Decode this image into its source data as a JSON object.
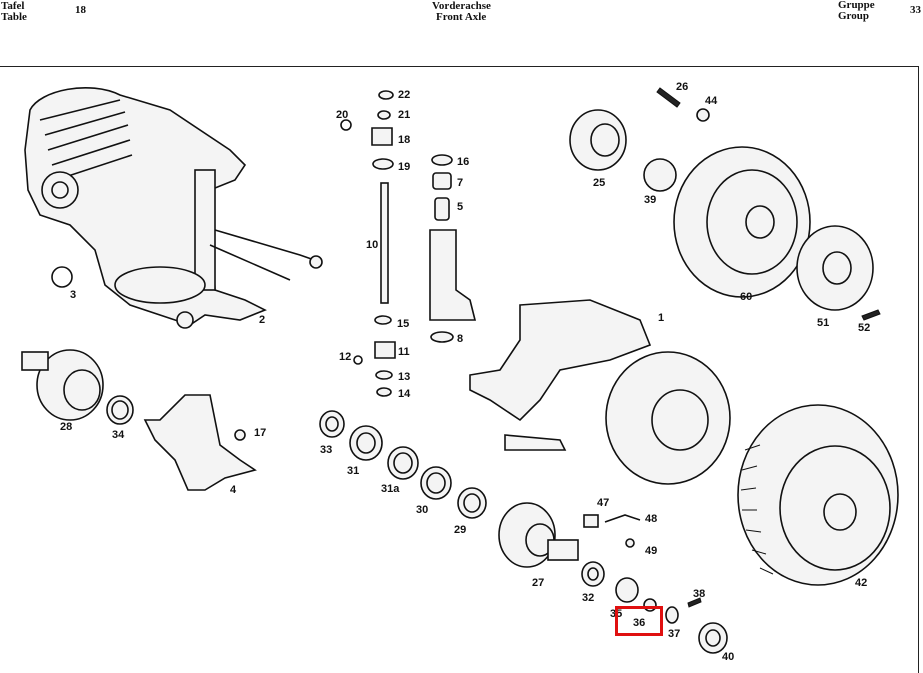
{
  "header": {
    "tafel": "Tafel",
    "table": "Table",
    "table_no": "18",
    "title_de": "Vorderachse",
    "title_en": "Front Axle",
    "gruppe": "Gruppe",
    "group": "Group",
    "group_no": "33"
  },
  "callouts": [
    "22",
    "21",
    "20",
    "18",
    "19",
    "16",
    "7",
    "5",
    "10",
    "15",
    "11",
    "12",
    "13",
    "14",
    "8",
    "2",
    "3",
    "1",
    "26",
    "44",
    "25",
    "39",
    "60",
    "51",
    "52",
    "28",
    "34",
    "17",
    "4",
    "33",
    "31",
    "31a",
    "30",
    "29",
    "27",
    "47",
    "48",
    "49",
    "32",
    "35",
    "36",
    "37",
    "38",
    "40",
    "42"
  ],
  "highlight": {
    "label": "36",
    "color": "#e01010"
  }
}
